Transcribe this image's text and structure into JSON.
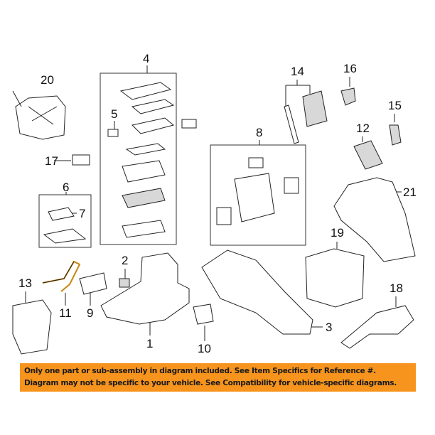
{
  "diagram": {
    "callouts": [
      "1",
      "2",
      "3",
      "4",
      "5",
      "6",
      "7",
      "8",
      "9",
      "10",
      "11",
      "12",
      "13",
      "14",
      "15",
      "16",
      "17",
      "18",
      "19",
      "20",
      "21"
    ]
  },
  "banner": {
    "line1": "Only one part or sub-assembly in diagram included. See Item Specifics for Reference #.",
    "line2": "Diagram may not be specific to your vehicle. See Compatibility for vehicle-specific diagrams.",
    "color": "#f7941d"
  }
}
